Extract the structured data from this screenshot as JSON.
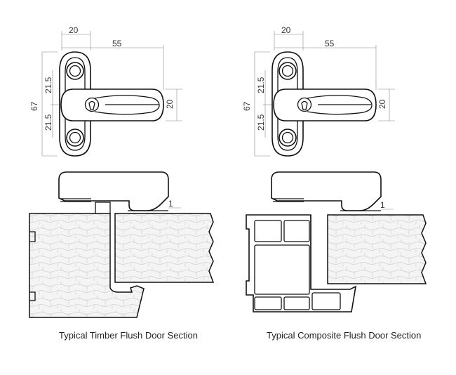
{
  "diagrams": [
    {
      "caption": "Typical Timber Flush Door Section",
      "dims": {
        "top_width": "20",
        "overall_width": "55",
        "height": "67",
        "upper_half": "21.5",
        "lower_half": "21.5",
        "handle_height": "20",
        "clearance": "1"
      }
    },
    {
      "caption": "Typical Composite Flush Door Section",
      "dims": {
        "top_width": "20",
        "overall_width": "55",
        "height": "67",
        "upper_half": "21.5",
        "lower_half": "21.5",
        "handle_height": "20",
        "clearance": "1"
      }
    }
  ]
}
